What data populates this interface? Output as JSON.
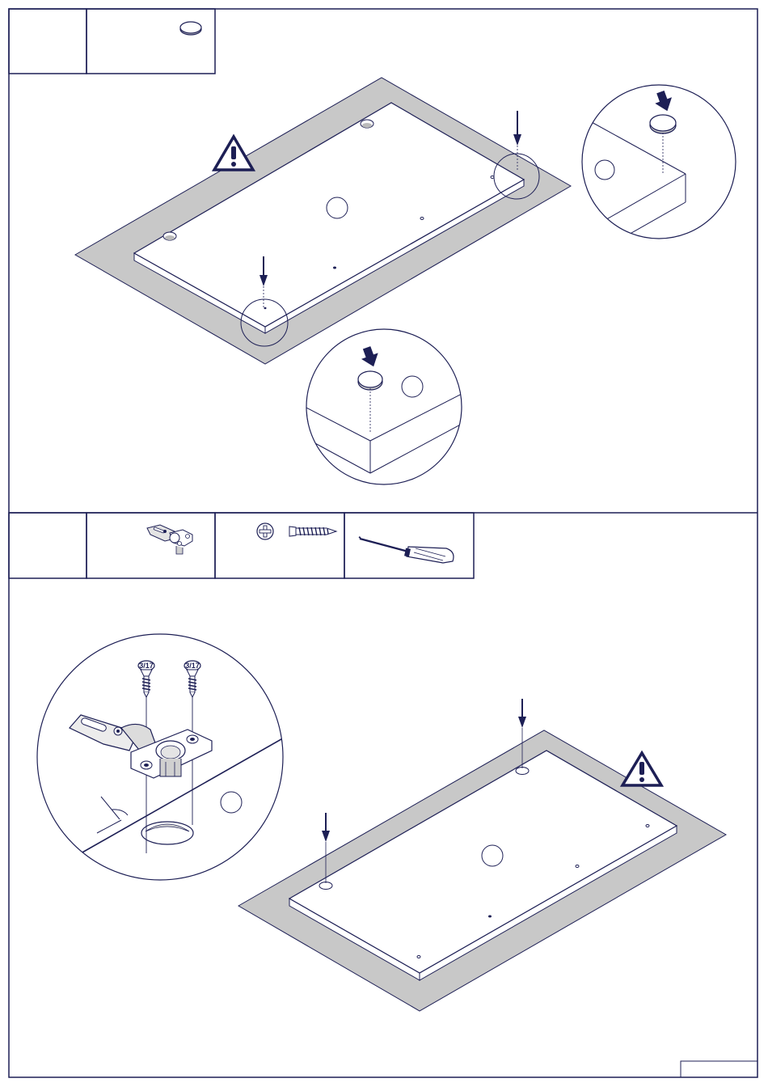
{
  "document": {
    "type": "assembly-instructions",
    "steps": [
      {
        "parts": [
          {
            "icon": "cam-cover-cap-icon"
          }
        ],
        "callouts": [
          "cap-insert-detail-top-right",
          "cap-insert-detail-bottom"
        ],
        "warning_icon": "warning-triangle-icon"
      },
      {
        "parts": [
          {
            "icon": "concealed-hinge-icon"
          },
          {
            "icon": "phillips-screw-icon"
          },
          {
            "icon": "screwdriver-icon"
          }
        ],
        "callouts": [
          "hinge-mount-detail"
        ],
        "warning_icon": "warning-triangle-icon",
        "screw_heads": [
          "3/17",
          "3/17"
        ]
      }
    ],
    "colors": {
      "line": "#1d1f55",
      "mat": "#c8c8c8",
      "paper": "#ffffff"
    }
  }
}
